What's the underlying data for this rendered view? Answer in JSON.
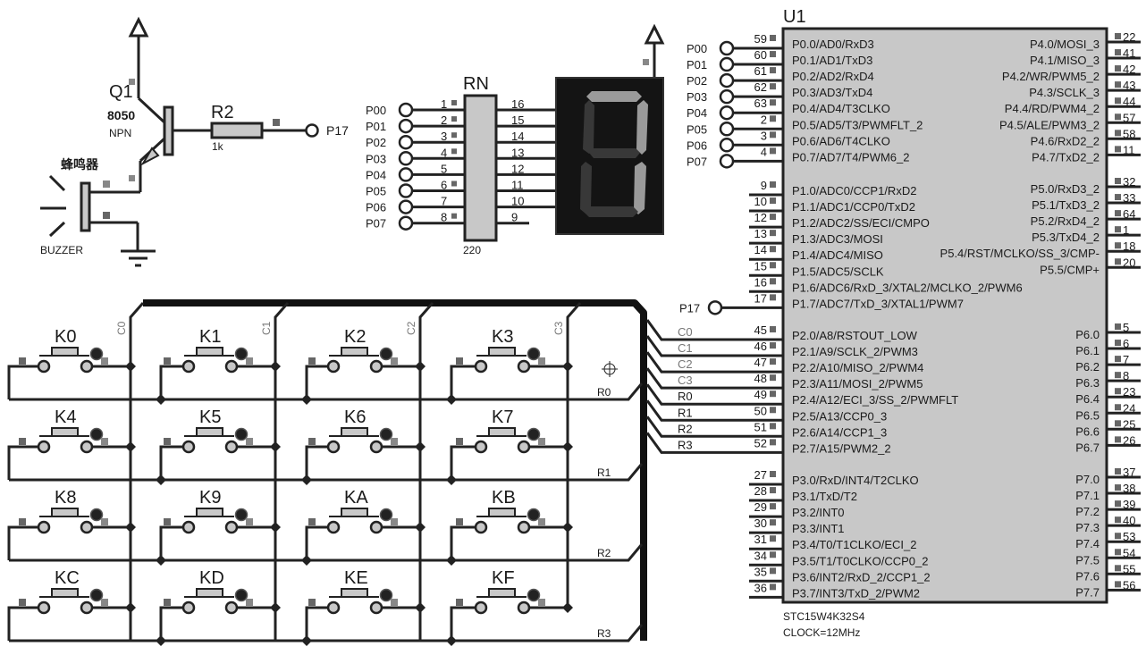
{
  "title": "STC15W4K32S4 keypad, buzzer and 7-segment schematic",
  "buzzer_circuit": {
    "transistor_ref": "Q1",
    "transistor_value": "8050",
    "transistor_type": "NPN",
    "resistor_ref": "R2",
    "resistor_value": "1k",
    "resistor_net": "P17",
    "buzzer_label_cn": "蜂鸣器",
    "buzzer_label": "BUZZER"
  },
  "resistor_network": {
    "ref": "RN",
    "value": "220",
    "left_pins": [
      "1",
      "2",
      "3",
      "4",
      "5",
      "6",
      "7",
      "8"
    ],
    "right_pins": [
      "16",
      "15",
      "14",
      "13",
      "12",
      "11",
      "10",
      "9"
    ],
    "nets": [
      "P00",
      "P01",
      "P02",
      "P03",
      "P04",
      "P05",
      "P06",
      "P07"
    ]
  },
  "seven_segment": {
    "lit_segments": [
      "a",
      "b",
      "c"
    ],
    "digit_shown": "7",
    "lit_color": "#9a9a9a",
    "unlit_color": "#383838",
    "background": "#141414"
  },
  "keypad": {
    "keys": [
      "K0",
      "K1",
      "K2",
      "K3",
      "K4",
      "K5",
      "K6",
      "K7",
      "K8",
      "K9",
      "KA",
      "KB",
      "KC",
      "KD",
      "KE",
      "KF"
    ],
    "columns": [
      "C0",
      "C1",
      "C2",
      "C3"
    ],
    "rows": [
      "R0",
      "R1",
      "R2",
      "R3"
    ]
  },
  "mcu": {
    "ref": "U1",
    "part": "STC15W4K32S4",
    "clock": "CLOCK=12MHz",
    "left_groups": [
      {
        "pins": [
          {
            "num": "59",
            "name": "P0.0/AD0/RxD3",
            "net": "P00"
          },
          {
            "num": "60",
            "name": "P0.1/AD1/TxD3",
            "net": "P01"
          },
          {
            "num": "61",
            "name": "P0.2/AD2/RxD4",
            "net": "P02"
          },
          {
            "num": "62",
            "name": "P0.3/AD3/TxD4",
            "net": "P03"
          },
          {
            "num": "63",
            "name": "P0.4/AD4/T3CLKO",
            "net": "P04"
          },
          {
            "num": "2",
            "name": "P0.5/AD5/T3/PWMFLT_2",
            "net": "P05"
          },
          {
            "num": "3",
            "name": "P0.6/AD6/T4CLKO",
            "net": "P06"
          },
          {
            "num": "4",
            "name": "P0.7/AD7/T4/PWM6_2",
            "net": "P07"
          }
        ]
      },
      {
        "pins": [
          {
            "num": "9",
            "name": "P1.0/ADC0/CCP1/RxD2",
            "net": ""
          },
          {
            "num": "10",
            "name": "P1.1/ADC1/CCP0/TxD2",
            "net": ""
          },
          {
            "num": "12",
            "name": "P1.2/ADC2/SS/ECI/CMPO",
            "net": ""
          },
          {
            "num": "13",
            "name": "P1.3/ADC3/MOSI",
            "net": ""
          },
          {
            "num": "14",
            "name": "P1.4/ADC4/MISO",
            "net": ""
          },
          {
            "num": "15",
            "name": "P1.5/ADC5/SCLK",
            "net": ""
          },
          {
            "num": "16",
            "name": "P1.6/ADC6/RxD_3/XTAL2/MCLKO_2/PWM6",
            "net": ""
          },
          {
            "num": "17",
            "name": "P1.7/ADC7/TxD_3/XTAL1/PWM7",
            "net": "P17"
          }
        ]
      },
      {
        "pins": [
          {
            "num": "45",
            "name": "P2.0/A8/RSTOUT_LOW",
            "net": "C0"
          },
          {
            "num": "46",
            "name": "P2.1/A9/SCLK_2/PWM3",
            "net": "C1"
          },
          {
            "num": "47",
            "name": "P2.2/A10/MISO_2/PWM4",
            "net": "C2"
          },
          {
            "num": "48",
            "name": "P2.3/A11/MOSI_2/PWM5",
            "net": "C3"
          },
          {
            "num": "49",
            "name": "P2.4/A12/ECI_3/SS_2/PWMFLT",
            "net": "R0"
          },
          {
            "num": "50",
            "name": "P2.5/A13/CCP0_3",
            "net": "R1"
          },
          {
            "num": "51",
            "name": "P2.6/A14/CCP1_3",
            "net": "R2"
          },
          {
            "num": "52",
            "name": "P2.7/A15/PWM2_2",
            "net": "R3"
          }
        ]
      },
      {
        "pins": [
          {
            "num": "27",
            "name": "P3.0/RxD/INT4/T2CLKO",
            "net": ""
          },
          {
            "num": "28",
            "name": "P3.1/TxD/T2",
            "net": ""
          },
          {
            "num": "29",
            "name": "P3.2/INT0",
            "net": ""
          },
          {
            "num": "30",
            "name": "P3.3/INT1",
            "net": ""
          },
          {
            "num": "31",
            "name": "P3.4/T0/T1CLKO/ECI_2",
            "net": ""
          },
          {
            "num": "34",
            "name": "P3.5/T1/T0CLKO/CCP0_2",
            "net": ""
          },
          {
            "num": "35",
            "name": "P3.6/INT2/RxD_2/CCP1_2",
            "net": ""
          },
          {
            "num": "36",
            "name": "P3.7/INT3/TxD_2/PWM2",
            "net": ""
          }
        ]
      }
    ],
    "right_groups": [
      {
        "pins": [
          {
            "num": "22",
            "name": "P4.0/MOSI_3"
          },
          {
            "num": "41",
            "name": "P4.1/MISO_3"
          },
          {
            "num": "42",
            "name": "P4.2/WR/PWM5_2"
          },
          {
            "num": "43",
            "name": "P4.3/SCLK_3"
          },
          {
            "num": "44",
            "name": "P4.4/RD/PWM4_2"
          },
          {
            "num": "57",
            "name": "P4.5/ALE/PWM3_2"
          },
          {
            "num": "58",
            "name": "P4.6/RxD2_2"
          },
          {
            "num": "11",
            "name": "P4.7/TxD2_2"
          }
        ]
      },
      {
        "pins": [
          {
            "num": "32",
            "name": "P5.0/RxD3_2"
          },
          {
            "num": "33",
            "name": "P5.1/TxD3_2"
          },
          {
            "num": "64",
            "name": "P5.2/RxD4_2"
          },
          {
            "num": "1",
            "name": "P5.3/TxD4_2"
          },
          {
            "num": "18",
            "name": "P5.4/RST/MCLKO/SS_3/CMP-"
          },
          {
            "num": "20",
            "name": "P5.5/CMP+"
          }
        ]
      },
      {
        "pins": [
          {
            "num": "5",
            "name": "P6.0"
          },
          {
            "num": "6",
            "name": "P6.1"
          },
          {
            "num": "7",
            "name": "P6.2"
          },
          {
            "num": "8",
            "name": "P6.3"
          },
          {
            "num": "23",
            "name": "P6.4"
          },
          {
            "num": "24",
            "name": "P6.5"
          },
          {
            "num": "25",
            "name": "P6.6"
          },
          {
            "num": "26",
            "name": "P6.7"
          }
        ]
      },
      {
        "pins": [
          {
            "num": "37",
            "name": "P7.0"
          },
          {
            "num": "38",
            "name": "P7.1"
          },
          {
            "num": "39",
            "name": "P7.2"
          },
          {
            "num": "40",
            "name": "P7.3"
          },
          {
            "num": "53",
            "name": "P7.4"
          },
          {
            "num": "54",
            "name": "P7.5"
          },
          {
            "num": "55",
            "name": "P7.6"
          },
          {
            "num": "56",
            "name": "P7.7"
          }
        ]
      }
    ]
  }
}
